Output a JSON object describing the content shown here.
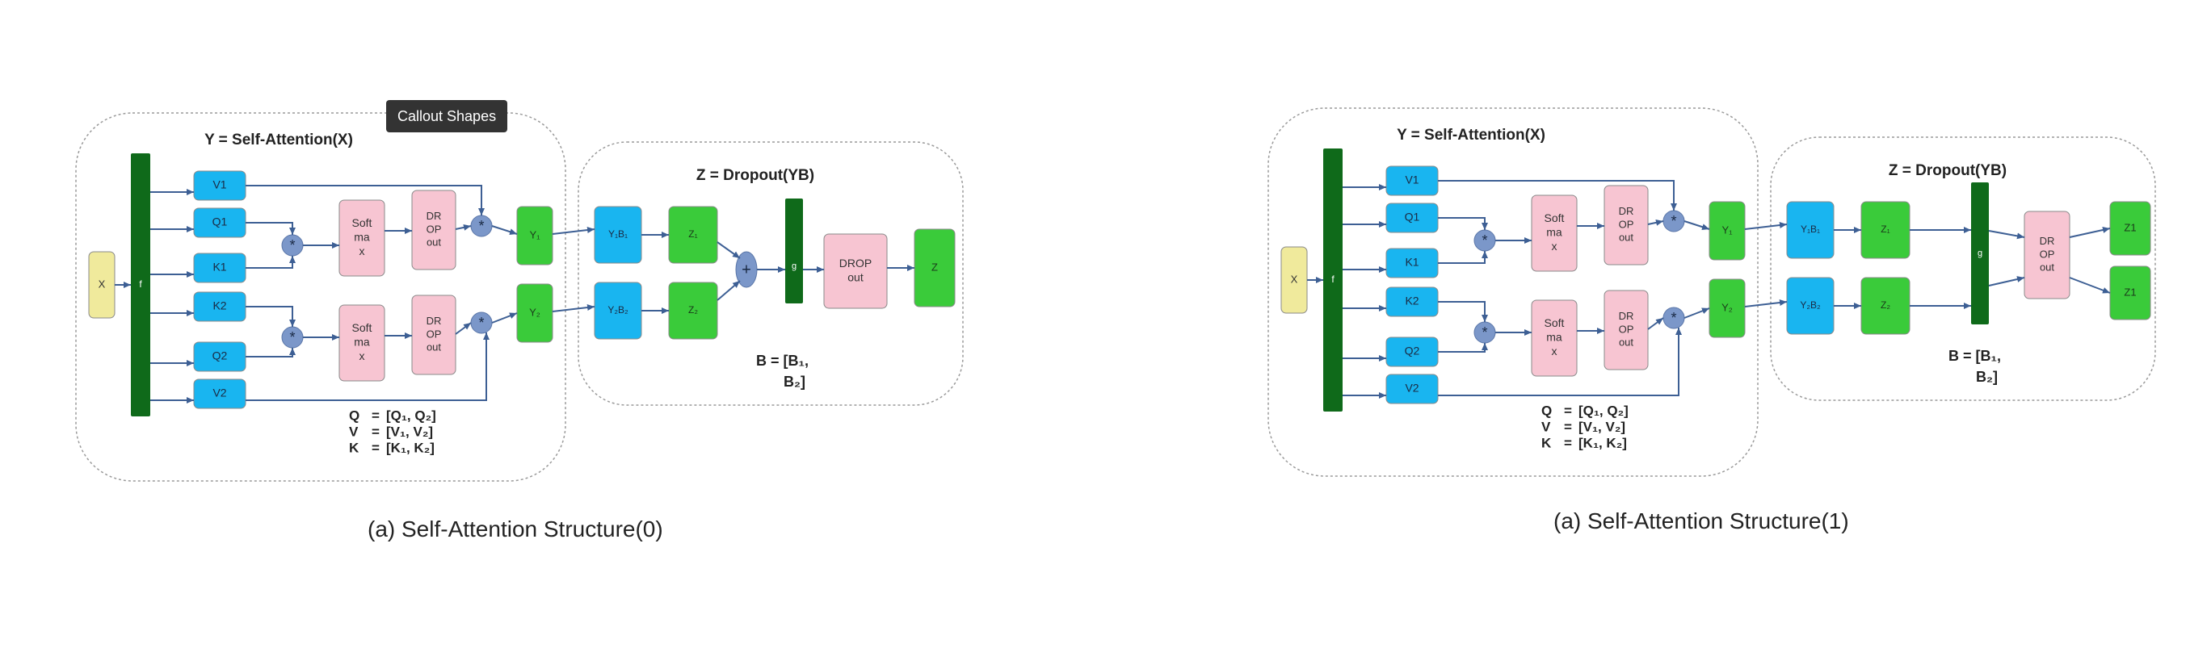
{
  "tooltip": "Callout Shapes",
  "colors": {
    "fcol": "#0f6a1a",
    "qkv": "#19b5f0",
    "softmax": "#f7c5d2",
    "green": "#3acb3a",
    "input": "#f0ea9c",
    "op": "#7b97c9",
    "line": "#3d5f94"
  },
  "diagrams": [
    {
      "caption": "(a) Self-Attention Structure(0)",
      "attention_title": "Y = Self-Attention(X)",
      "dropout_title": "Z = Dropout(YB)",
      "x_label": "X",
      "f_label": "f",
      "g_label": "g",
      "v1": "V1",
      "q1": "Q1",
      "k1": "K1",
      "k2": "K2",
      "q2": "Q2",
      "v2": "V2",
      "softmax1": [
        "Soft",
        "ma",
        "x"
      ],
      "softmax2": [
        "Soft",
        "ma",
        "x"
      ],
      "dropout1": [
        "DR",
        "OP",
        "out"
      ],
      "dropout2": [
        "DR",
        "OP",
        "out"
      ],
      "y1": "Y₁",
      "y2": "Y₂",
      "yb1": "Y₁B₁",
      "yb2": "Y₂B₂",
      "z1": "Z₁",
      "z2": "Z₂",
      "drop_final": [
        "DROP",
        "out"
      ],
      "outputs": [
        "Z"
      ],
      "op_mul": "*",
      "op_add": "+",
      "b_eq": [
        "B = [B₁,",
        "B₂]"
      ],
      "legend": [
        [
          "Q",
          "=",
          "[Q₁, Q₂]"
        ],
        [
          "V",
          "=",
          "[V₁, V₂]"
        ],
        [
          "K",
          "=",
          "[K₁, K₂]"
        ]
      ]
    },
    {
      "caption": "(a) Self-Attention Structure(1)",
      "attention_title": "Y = Self-Attention(X)",
      "dropout_title": "Z = Dropout(YB)",
      "x_label": "X",
      "f_label": "f",
      "g_label": "g",
      "v1": "V1",
      "q1": "Q1",
      "k1": "K1",
      "k2": "K2",
      "q2": "Q2",
      "v2": "V2",
      "softmax1": [
        "Soft",
        "ma",
        "x"
      ],
      "softmax2": [
        "Soft",
        "ma",
        "x"
      ],
      "dropout1": [
        "DR",
        "OP",
        "out"
      ],
      "dropout2": [
        "DR",
        "OP",
        "out"
      ],
      "y1": "Y₁",
      "y2": "Y₂",
      "yb1": "Y₁B₁",
      "yb2": "Y₂B₂",
      "z1": "Z₁",
      "z2": "Z₂",
      "drop_final": [
        "DR",
        "OP",
        "out"
      ],
      "outputs": [
        "Z1",
        "Z1"
      ],
      "op_mul": "*",
      "op_add": "+",
      "b_eq": [
        "B = [B₁,",
        "B₂]"
      ],
      "legend": [
        [
          "Q",
          "=",
          "[Q₁, Q₂]"
        ],
        [
          "V",
          "=",
          "[V₁, V₂]"
        ],
        [
          "K",
          "=",
          "[K₁, K₂]"
        ]
      ]
    }
  ]
}
